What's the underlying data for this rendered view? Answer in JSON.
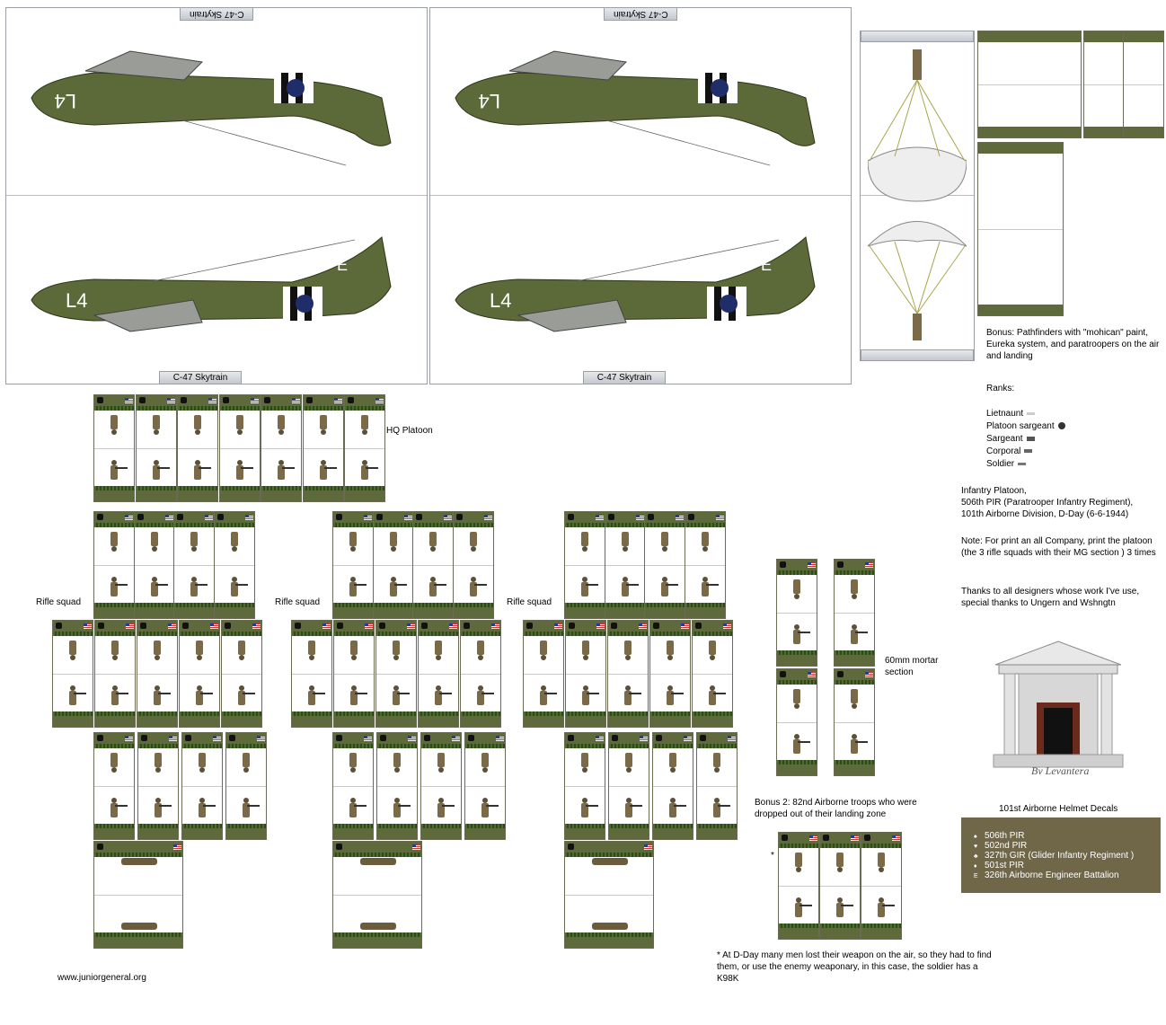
{
  "aircraft": {
    "name": "C-47 Skytrain",
    "code": "L4",
    "tail": "E",
    "colors": {
      "olive": "#5b6a38",
      "grey": "#9a9c98",
      "star_blue": "#1f2d6b"
    }
  },
  "sections": {
    "hq": "HQ Platoon",
    "rifle1": "Rifle squad",
    "rifle2": "Rifle squad",
    "rifle3": "Rifle squad",
    "mortar": "60mm mortar section"
  },
  "bonus1": "Bonus: Pathfinders with \"mohican\" paint, Eureka system, and paratroopers on the air and landing",
  "ranks": {
    "title": "Ranks:",
    "items": [
      "Lietnaunt",
      "Platoon sargeant",
      "Sargeant",
      "Corporal",
      "Soldier"
    ]
  },
  "info": {
    "line1": "Infantry Platoon,",
    "line2": "506th PIR (Paratrooper Infantry Regiment),",
    "line3": "101th Airborne Division, D-Day (6-6-1944)",
    "note": "Note: For print an all Company, print the platoon (the 3 rifle squads with their MG section ) 3 times",
    "thanks": "Thanks to all designers whose work I've use, special thanks to Ungern and Wshngtn"
  },
  "logo": {
    "text": "By Levantera"
  },
  "decals": {
    "title": "101st  Airborne Helmet Decals",
    "items": [
      "506th PIR",
      "502nd PIR",
      "327th GIR (Glider Infantry Regiment )",
      "501st PIR",
      "326th Airborne Engineer Battalion"
    ],
    "marks": [
      "♠",
      "♥",
      "♣",
      "♦",
      "E"
    ]
  },
  "bonus2": "Bonus 2: 82nd Airborne troops who were dropped out of their landing zone",
  "footnote_mark": "*",
  "footnote": "* At D-Day many men lost their weapon on the air, so they had to find them, or use the enemy weaponary, in this case, the soldier has a K98K",
  "website": "www.juniorgeneral.org"
}
